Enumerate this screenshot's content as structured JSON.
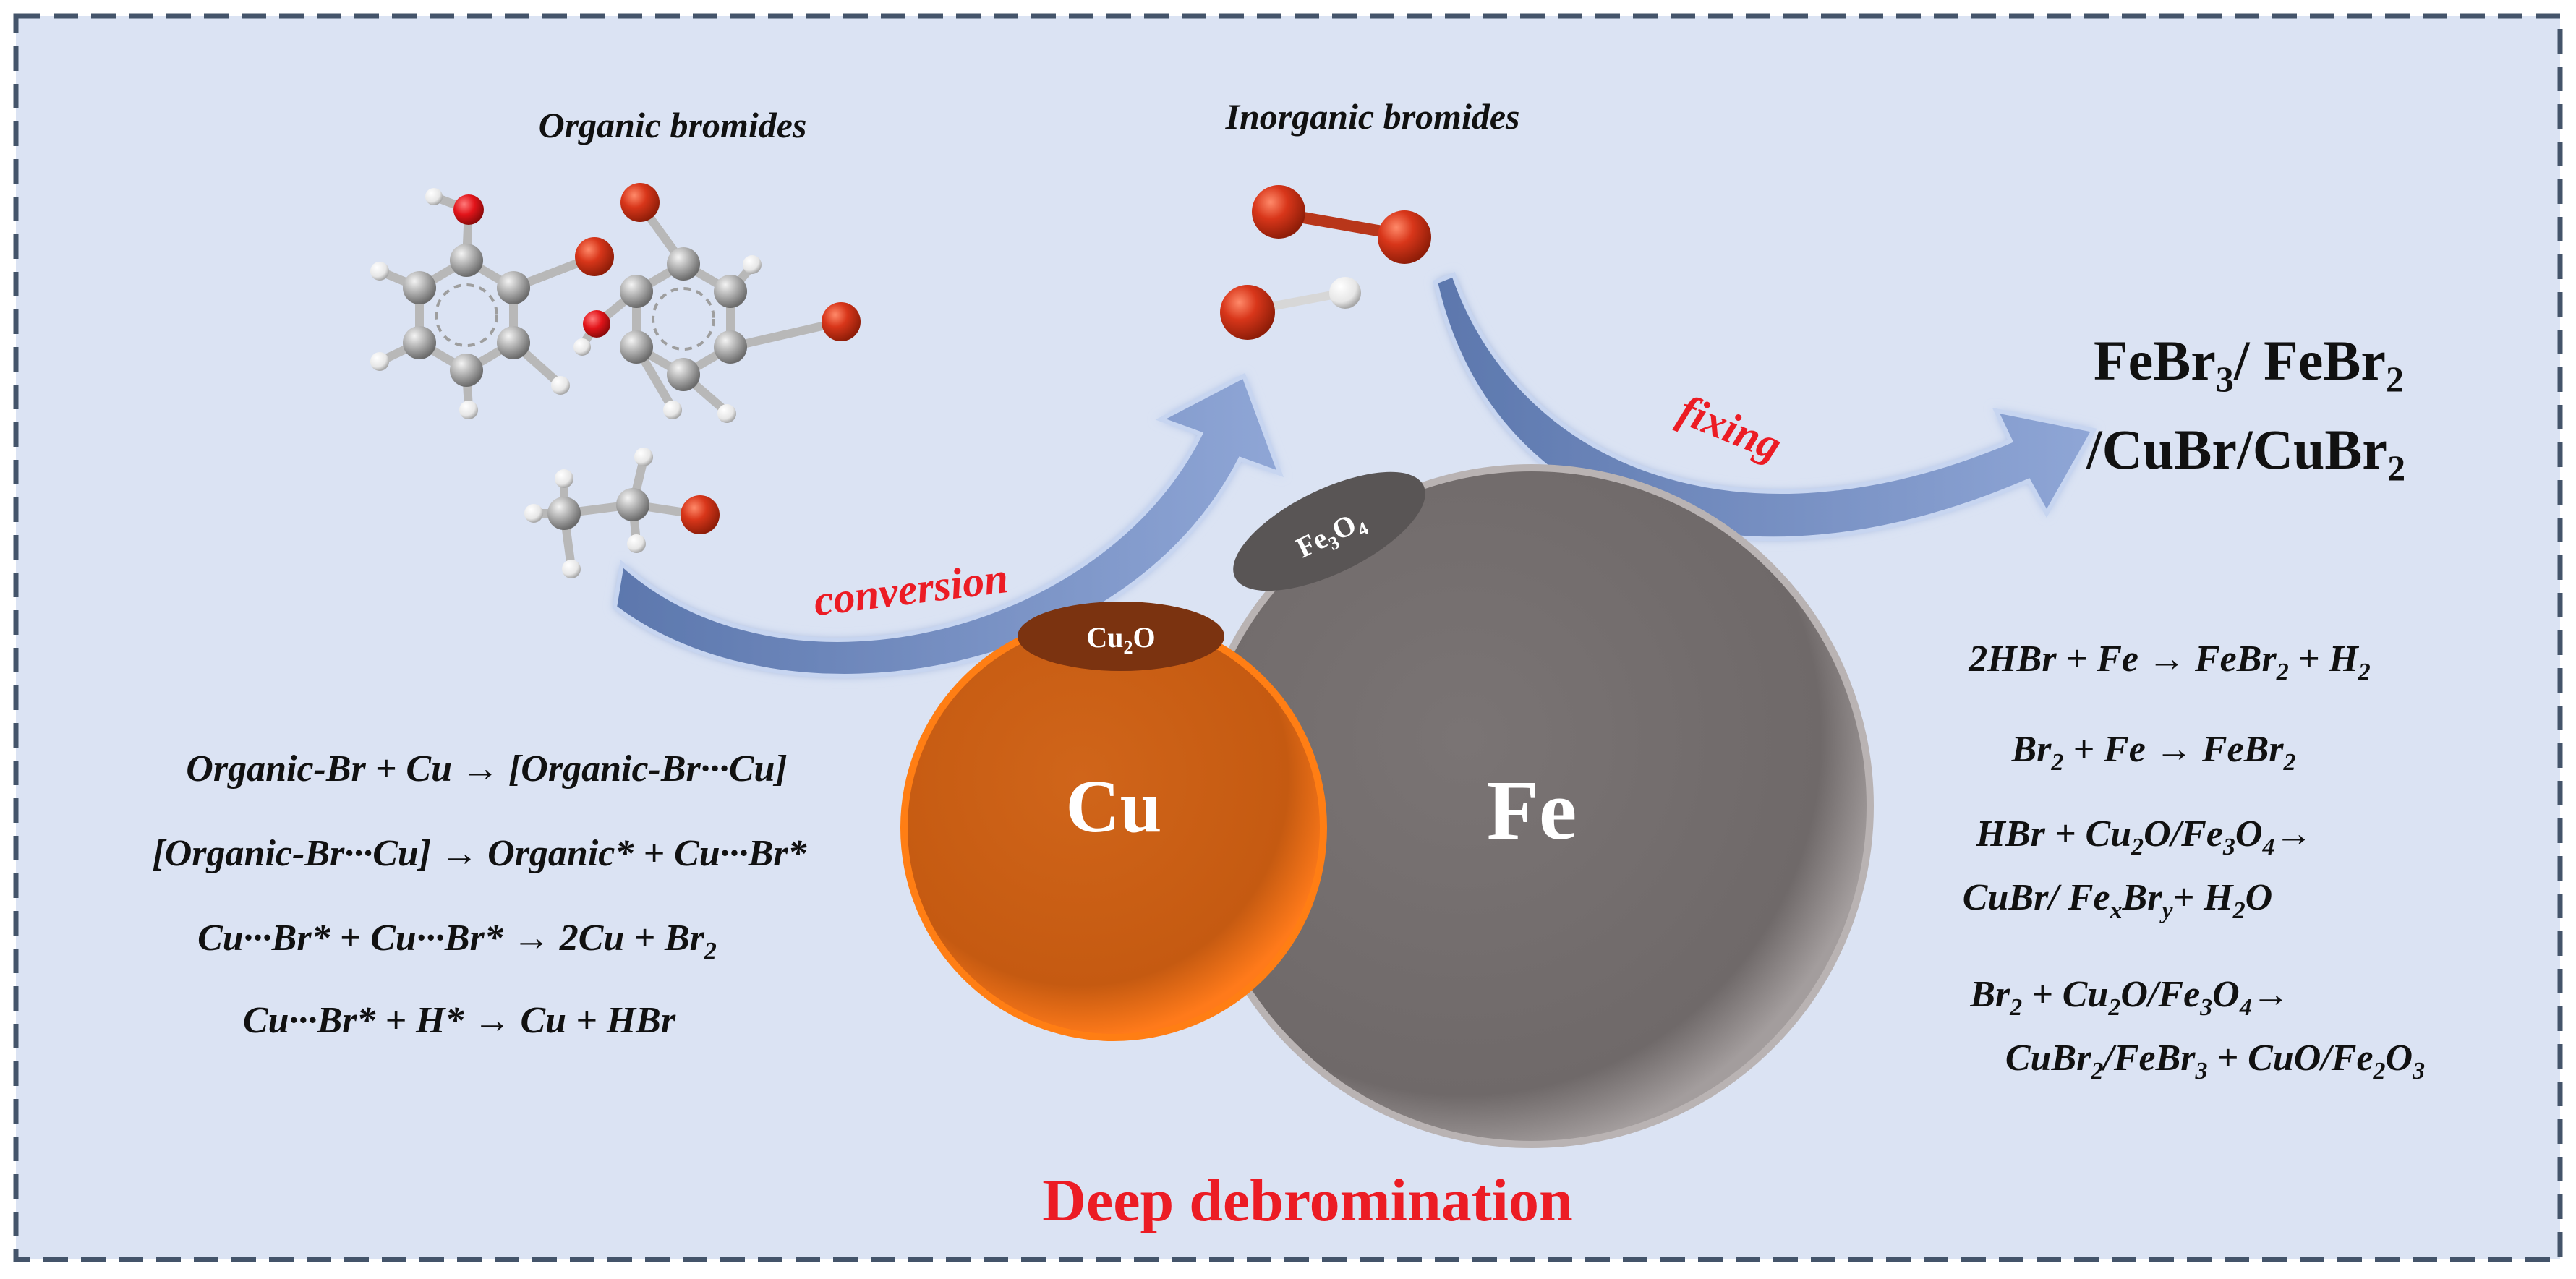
{
  "labels": {
    "organic": "Organic bromides",
    "inorganic": "Inorganic bromides",
    "conversion": "conversion",
    "fixing": "fixing",
    "title": "Deep debromination"
  },
  "particles": {
    "cu": "Cu",
    "fe": "Fe",
    "cu_oxide_main": "Cu",
    "cu_oxide_sub": "2",
    "cu_oxide_end": "O",
    "fe_oxide_main": "Fe",
    "fe_oxide_sub1": "3",
    "fe_oxide_mid": "O",
    "fe_oxide_sub2": "4"
  },
  "products": {
    "line1": {
      "a": "FeBr",
      "s1": "3",
      "b": "/ FeBr",
      "s2": "2"
    },
    "line2": {
      "a": "/CuBr/CuBr",
      "s1": "2"
    }
  },
  "left_equations": {
    "eq1": "Organic-Br + Cu → [Organic-Br···Cu]",
    "eq2": "[Organic-Br···Cu] → Organic* + Cu···Br*",
    "eq3a": "Cu···Br* + Cu···Br* → 2Cu + Br",
    "eq3s": "2",
    "eq4": "Cu···Br* + H* → Cu + HBr"
  },
  "right_equations": {
    "r1": {
      "a": "2HBr + Fe → FeBr",
      "s1": "2",
      "b": " + H",
      "s2": "2"
    },
    "r2": {
      "a": "Br",
      "s1": "2",
      "b": " + Fe → FeBr",
      "s2": "2"
    },
    "r3": {
      "a": "HBr + Cu",
      "s1": "2",
      "b": "O/Fe",
      "s2": "3",
      "c": "O",
      "s3": "4",
      "d": "→"
    },
    "r4": {
      "a": "CuBr/ Fe",
      "s1": "x",
      "b": "Br",
      "s2": "y",
      "c": "+ H",
      "s3": "2",
      "d": "O"
    },
    "r5": {
      "a": "Br",
      "s1": "2",
      "b": " + Cu",
      "s2": "2",
      "c": "O/Fe",
      "s3": "3",
      "d": "O",
      "s4": "4",
      "e": "→"
    },
    "r6": {
      "a": "CuBr",
      "s1": "2",
      "b": "/FeBr",
      "s2": "3",
      "c": " + CuO/Fe",
      "s3": "2",
      "d": "O",
      "s4": "3"
    }
  },
  "colors": {
    "background": "#dbe3f3",
    "frame": "#44546a",
    "cu": "#c55a11",
    "fe": "#767171",
    "accent_red": "#ec1c24",
    "arrow": "#7d95c5"
  }
}
